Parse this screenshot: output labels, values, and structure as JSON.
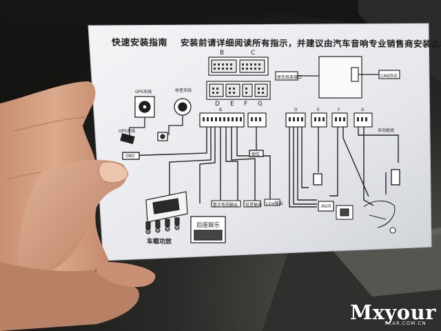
{
  "manual": {
    "title": "快速安装指南",
    "subtitle": "安装前请详细阅读所有指示，并建议由汽车音响专业销售商安装此机器",
    "connectors_top": [
      "B",
      "C"
    ],
    "connectors_bottom": [
      "D",
      "E",
      "F",
      "G"
    ],
    "harness_b": "B",
    "harness_d": "D",
    "harness_e": "E",
    "harness_f": "F",
    "harness_g": "G",
    "gps_antenna": "GPS天线",
    "radio_antenna": "收音天线",
    "gps_antenna_small": "GPS天线",
    "obd": "OBD",
    "amplifier": "车载功放",
    "rear_entertainment": "后座娱乐",
    "digital_tv": "数字电视输出",
    "aux": "AUX",
    "original_box": "原车线束接口",
    "can_label": "CAN协议",
    "multi_func": "多功能线",
    "backup": "倒车",
    "line_out": "Line输出",
    "subwoofer": "低音输出"
  },
  "watermark": {
    "brand": "Mxyour",
    "site": "XCAR.COM.CN"
  }
}
